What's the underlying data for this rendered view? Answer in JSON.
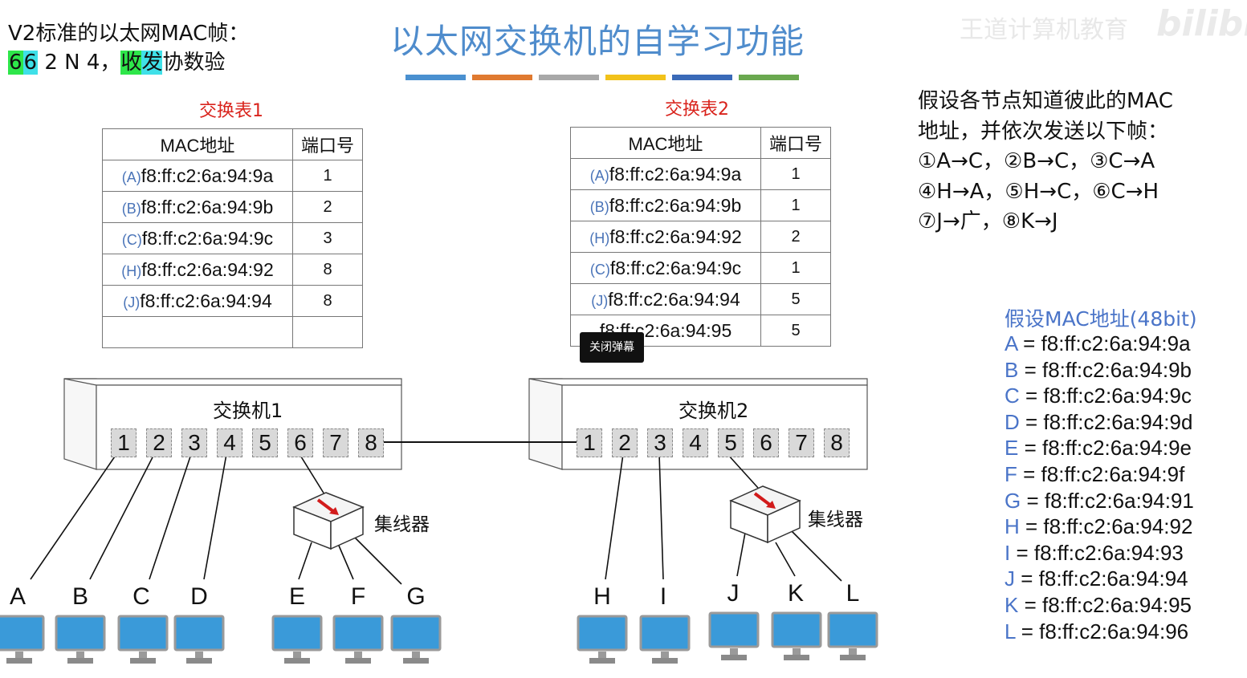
{
  "note": {
    "line1": "V2标准的以太网MAC帧：",
    "d1": "6",
    "d2": "6",
    "rest": " 2 N 4，",
    "w1": "收",
    "w2": "发",
    "tail": "协数验"
  },
  "title": "以太网交换机的自学习功能",
  "colorbar": [
    "#4a90d0",
    "#e07a30",
    "#a8a8a8",
    "#f2c21a",
    "#3a6ab8",
    "#6aa84f"
  ],
  "watermark": "王道计算机教育",
  "bili": "bilibili",
  "table1": {
    "title": "交换表1",
    "headers": [
      "MAC地址",
      "端口号"
    ],
    "rows": [
      {
        "tag": "(A)",
        "mac": "f8:ff:c2:6a:94:9a",
        "port": "1"
      },
      {
        "tag": "(B)",
        "mac": "f8:ff:c2:6a:94:9b",
        "port": "2"
      },
      {
        "tag": "(C)",
        "mac": "f8:ff:c2:6a:94:9c",
        "port": "3"
      },
      {
        "tag": "(H)",
        "mac": "f8:ff:c2:6a:94:92",
        "port": "8"
      },
      {
        "tag": "(J)",
        "mac": "f8:ff:c2:6a:94:94",
        "port": "8"
      },
      {
        "tag": "",
        "mac": "",
        "port": ""
      }
    ]
  },
  "table2": {
    "title": "交换表2",
    "headers": [
      "MAC地址",
      "端口号"
    ],
    "rows": [
      {
        "tag": "(A)",
        "mac": "f8:ff:c2:6a:94:9a",
        "port": "1"
      },
      {
        "tag": "(B)",
        "mac": "f8:ff:c2:6a:94:9b",
        "port": "1"
      },
      {
        "tag": "(H)",
        "mac": "f8:ff:c2:6a:94:92",
        "port": "2"
      },
      {
        "tag": "(C)",
        "mac": "f8:ff:c2:6a:94:9c",
        "port": "1"
      },
      {
        "tag": "(J)",
        "mac": "f8:ff:c2:6a:94:94",
        "port": "5"
      },
      {
        "tag": "",
        "mac": "f8:ff:c2:6a:94:95",
        "port": "5"
      }
    ]
  },
  "popup": "关闭弹幕",
  "assume": {
    "line1": "假设各节点知道彼此的MAC",
    "line2": "地址，并依次发送以下帧：",
    "line3": "①A→C，②B→C，③C→A",
    "line4": "④H→A，⑤H→C，⑥C→H",
    "line5": "⑦J→广，⑧K→J"
  },
  "maclist": {
    "title": "假设MAC地址(48bit)",
    "items": [
      {
        "k": "A",
        "v": "f8:ff:c2:6a:94:9a"
      },
      {
        "k": "B",
        "v": "f8:ff:c2:6a:94:9b"
      },
      {
        "k": "C",
        "v": "f8:ff:c2:6a:94:9c"
      },
      {
        "k": "D",
        "v": "f8:ff:c2:6a:94:9d"
      },
      {
        "k": "E",
        "v": "f8:ff:c2:6a:94:9e"
      },
      {
        "k": "F",
        "v": "f8:ff:c2:6a:94:9f"
      },
      {
        "k": "G",
        "v": "f8:ff:c2:6a:94:91"
      },
      {
        "k": "H",
        "v": "f8:ff:c2:6a:94:92"
      },
      {
        "k": "I",
        "v": "f8:ff:c2:6a:94:93"
      },
      {
        "k": "J",
        "v": "f8:ff:c2:6a:94:94"
      },
      {
        "k": "K",
        "v": "f8:ff:c2:6a:94:95"
      },
      {
        "k": "L",
        "v": "f8:ff:c2:6a:94:96"
      }
    ]
  },
  "switch1": {
    "label": "交换机1",
    "ports": [
      "1",
      "2",
      "3",
      "4",
      "5",
      "6",
      "7",
      "8"
    ]
  },
  "switch2": {
    "label": "交换机2",
    "ports": [
      "1",
      "2",
      "3",
      "4",
      "5",
      "6",
      "7",
      "8"
    ]
  },
  "hub_label": "集线器",
  "nodes": [
    "A",
    "B",
    "C",
    "D",
    "E",
    "F",
    "G",
    "H",
    "I",
    "J",
    "K",
    "L"
  ],
  "colors": {
    "title": "#4f8ccc",
    "table_title": "#d9231c",
    "mac_key": "#4a74c8",
    "monitor": "#3a9ad9",
    "hl_green": "#2ee64a",
    "hl_cyan": "#3fe0e8"
  }
}
